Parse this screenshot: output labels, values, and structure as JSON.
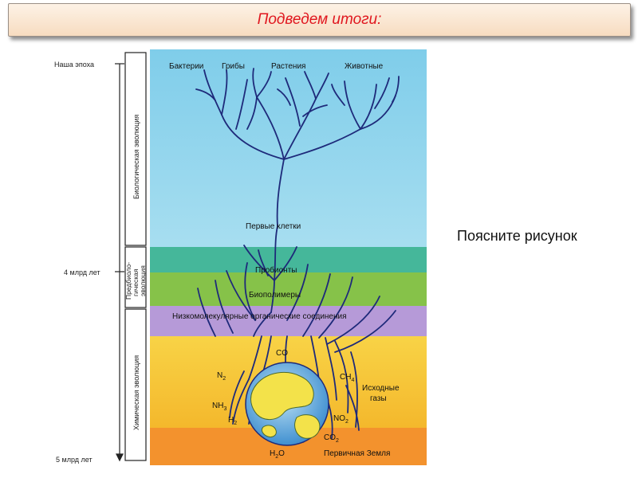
{
  "slide": {
    "title": "Подведем итоги:",
    "question": "Поясните рисунок"
  },
  "timeline": {
    "top": "Наша эпоха",
    "middle": "4 млрд лет",
    "bottom": "5 млрд лет",
    "stages": {
      "biological": "Биологическая эволюция",
      "prebiological_1": "Предбиоло-",
      "prebiological_2": "гическая",
      "prebiological_3": "эволюция",
      "chemical": "Химическая эволюция"
    }
  },
  "tree": {
    "groups": [
      "Бактерии",
      "Грибы",
      "Растения",
      "Животные"
    ],
    "first_cells": "Первые клетки",
    "probionts": "Пробионты",
    "biopolymers": "Биополимеры",
    "low_molecular": "Низкомолекулярные органические соединения"
  },
  "gases": {
    "co": "CO",
    "n": "N",
    "n_sub": "2",
    "nh": "NH",
    "nh_sub": "3",
    "h": "H",
    "h_sub": "2",
    "h2o_a": "H",
    "h2o_sub": "2",
    "h2o_b": "O",
    "ch": "CH",
    "ch_sub": "4",
    "no": "NO",
    "no_sub": "2",
    "co2": "CO",
    "co2_sub": "2",
    "source_1": "Исходные",
    "source_2": "газы"
  },
  "earth_label": "Первичная Земля",
  "colors": {
    "title_red": "#e0171f",
    "branch_blue": "#1e2a7a",
    "band_sky": "#8dd3ec",
    "band_teal": "#45b79a",
    "band_green": "#86c249",
    "band_violet": "#b69ad8",
    "band_yellow": "#f6c72f",
    "band_orange": "#f3922d"
  }
}
